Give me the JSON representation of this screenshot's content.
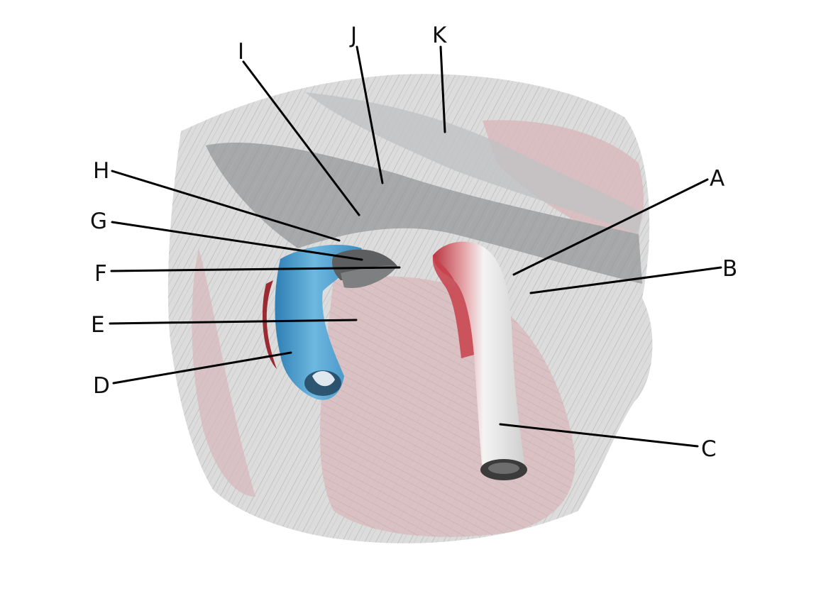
{
  "colors": {
    "tissue": "#d9d9d9",
    "fascia": "#a9aaab",
    "muscle": "#d7b9bd",
    "vein": "#4a9ccc",
    "artery": "#c9474f",
    "vessel_wall": "#efefef",
    "leader": "#000000"
  },
  "labels": {
    "A": "A",
    "B": "B",
    "C": "C",
    "D": "D",
    "E": "E",
    "F": "F",
    "G": "G",
    "H": "H",
    "I": "I",
    "J": "J",
    "K": "K"
  }
}
